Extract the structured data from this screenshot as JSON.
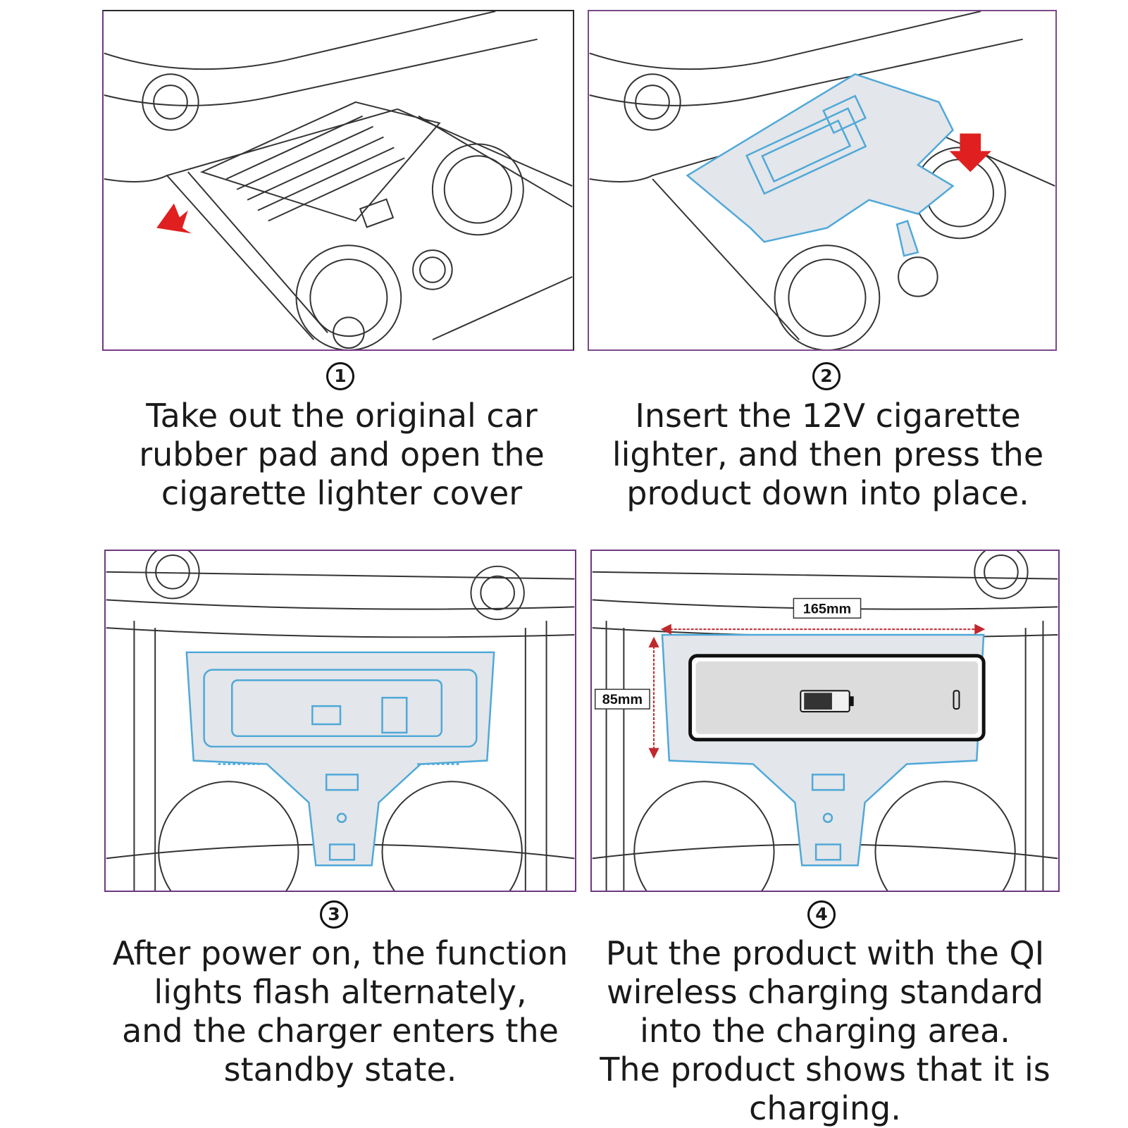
{
  "steps": [
    {
      "number": "1",
      "caption": "Take out the original car\nrubber pad and open the\ncigarette lighter cover"
    },
    {
      "number": "2",
      "caption": "Insert the 12V cigarette\nlighter, and then press the\nproduct down into place."
    },
    {
      "number": "3",
      "caption": "After power on, the function\nlights flash alternately,\nand the charger enters the\nstandby state."
    },
    {
      "number": "4",
      "caption": "Put the product with the QI\nwireless charging standard\ninto the charging area.\nThe product shows that it is\ncharging."
    }
  ],
  "dimensions": {
    "width_label": "165mm",
    "height_label": "85mm"
  },
  "colors": {
    "product_outline": "#4fa8d8",
    "product_fill": "#e3e6ea",
    "arrow": "#e02020",
    "frame": "#6d3a80"
  }
}
